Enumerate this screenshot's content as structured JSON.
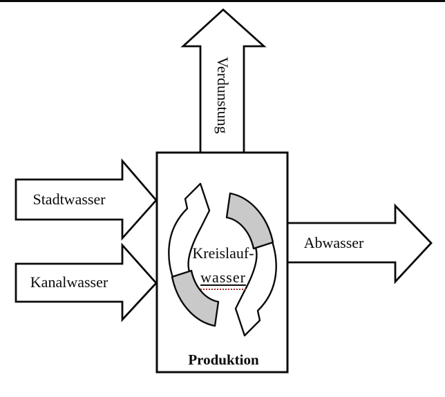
{
  "diagram": {
    "top_arrow": {
      "label": "Verdunstung",
      "direction": "up"
    },
    "input_arrows": [
      {
        "label": "Stadtwasser",
        "direction": "right"
      },
      {
        "label": "Kanalwasser",
        "direction": "right"
      }
    ],
    "output_arrow": {
      "label": "Abwasser",
      "direction": "right"
    },
    "production_box": {
      "label": "Produktion",
      "cycle_label": {
        "line1": "Kreislauf-",
        "line2": "wasser"
      }
    },
    "colors": {
      "outline": "#0a0a0a",
      "shape_fill": "#ffffff",
      "crescent_fill": "#c9c9c9",
      "underline_dotted": "#b22222",
      "background": "#ffffff"
    }
  }
}
